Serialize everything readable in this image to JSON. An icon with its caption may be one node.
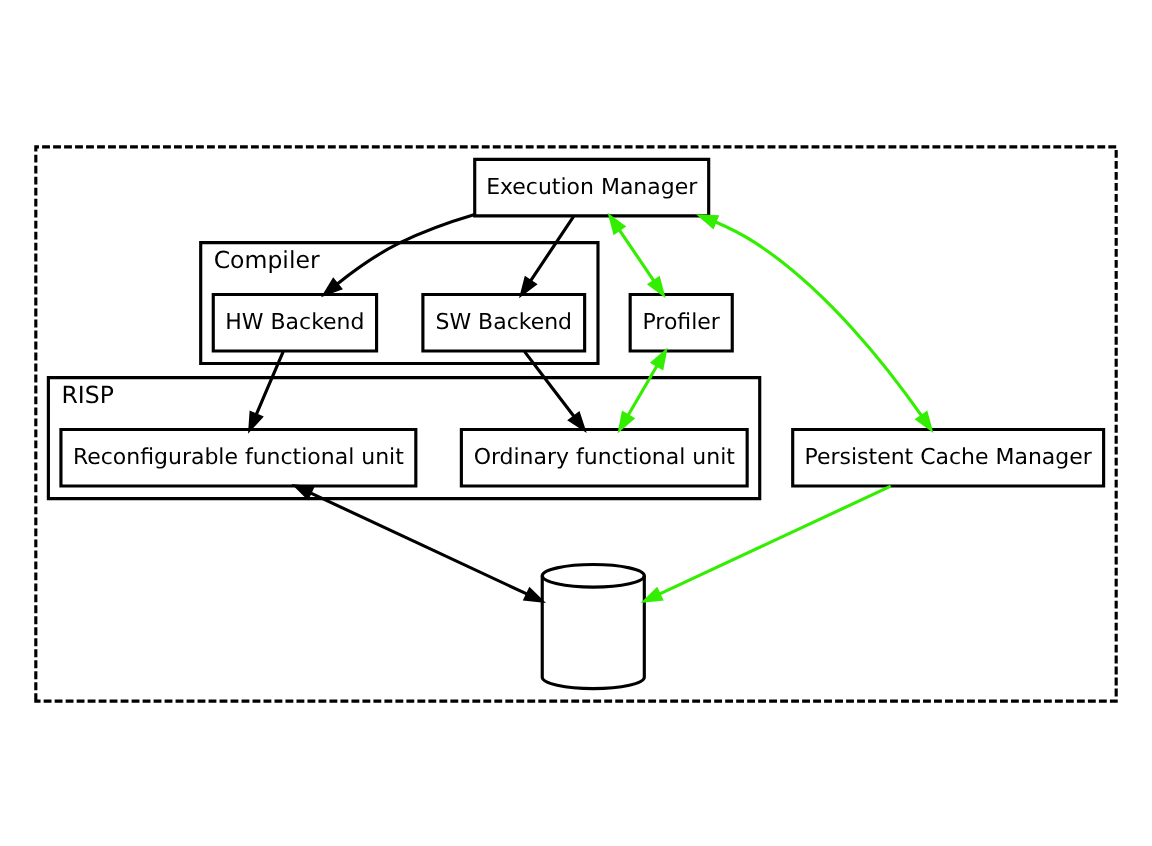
{
  "diagram": {
    "nodes": [
      {
        "text": [],
        "shape": "box"
      },
      {
        "text": [
          "Execution Manager"
        ],
        "in": 0
      },
      {
        "text": [
          "Compiler"
        ],
        "in": 0
      },
      {
        "text": [
          "SW Backend"
        ],
        "in": 2
      },
      {
        "text": [
          "HW Backend"
        ],
        "in": 2
      },
      {
        "text": [
          "Persistent Cache Manager"
        ],
        "in": 0
      },
      {
        "text": [
          "Profiler"
        ],
        "in": 0
      },
      {
        "text": [
          "RISP"
        ],
        "in": 0
      },
      {
        "text": [
          "Ordinary functional unit"
        ],
        "in": 7
      },
      {
        "text": [
          "Reconfigurable functional unit"
        ],
        "in": 7
      },
      {
        "text": [],
        "shape": "cylinder",
        "in": 0
      }
    ],
    "edges": [
      {
        "from": 1,
        "to": 3,
        "arrow": "to"
      },
      {
        "from": 1,
        "to": 4,
        "arrow": "to"
      },
      {
        "from": 1,
        "to": 6,
        "arrow": "both",
        "color": "#33ee00"
      },
      {
        "from": 1,
        "to": 5,
        "arrow": "both",
        "color": "#33ee00"
      },
      {
        "from": 3,
        "to": 8,
        "arrow": "to"
      },
      {
        "from": 4,
        "to": 9,
        "arrow": "to"
      },
      {
        "from": 5,
        "to": 10,
        "arrow": "to",
        "color": "#33ee00"
      },
      {
        "from": 6,
        "to": 8,
        "arrow": "both",
        "color": "#33ee00"
      },
      {
        "from": 9,
        "to": 10,
        "arrow": "both"
      }
    ]
  }
}
